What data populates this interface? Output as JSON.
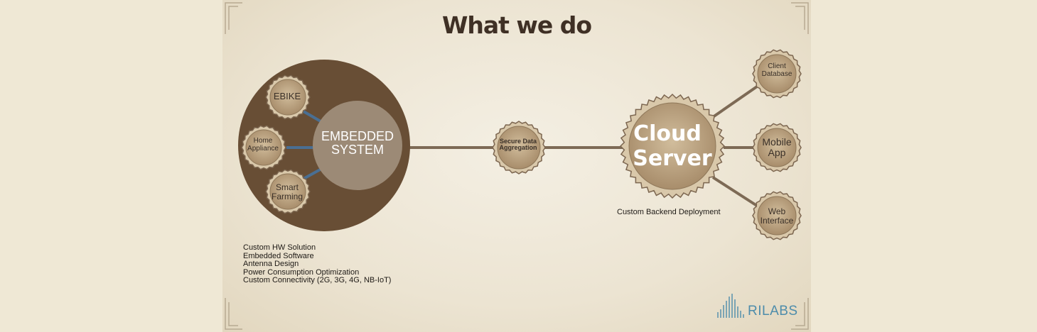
{
  "title": "What we do",
  "embedded": {
    "center_line1": "EMBEDDED",
    "center_line2": "SYSTEM",
    "items": [
      {
        "line1": "EBIKE",
        "line2": ""
      },
      {
        "line1": "Home",
        "line2": "Appliance"
      },
      {
        "line1": "Smart",
        "line2": "Farming"
      }
    ]
  },
  "aggregation": {
    "line1": "Secure Data",
    "line2": "Aggregation"
  },
  "cloud": {
    "line1": "Cloud",
    "line2": "Server"
  },
  "endpoints": [
    {
      "line1": "Client",
      "line2": "Database"
    },
    {
      "line1": "Mobile",
      "line2": "App"
    },
    {
      "line1": "Web",
      "line2": "Interface"
    }
  ],
  "features": [
    "Custom HW Solution",
    "Embedded Software",
    "Antenna Design",
    "Power Consumption Optimization",
    "Custom Connectivity (2G, 3G, 4G, NB-IoT)"
  ],
  "cloud_caption": "Custom Backend Deployment",
  "logo": {
    "text": "RILABS"
  },
  "colors": {
    "dark_brown": "#684e35",
    "gear_tan": "#b8a082",
    "gear_light": "#d9c8aa",
    "connector_blue": "#4a6f93",
    "connector_brown": "#7d6a55",
    "logo_blue": "#4d8cab"
  }
}
